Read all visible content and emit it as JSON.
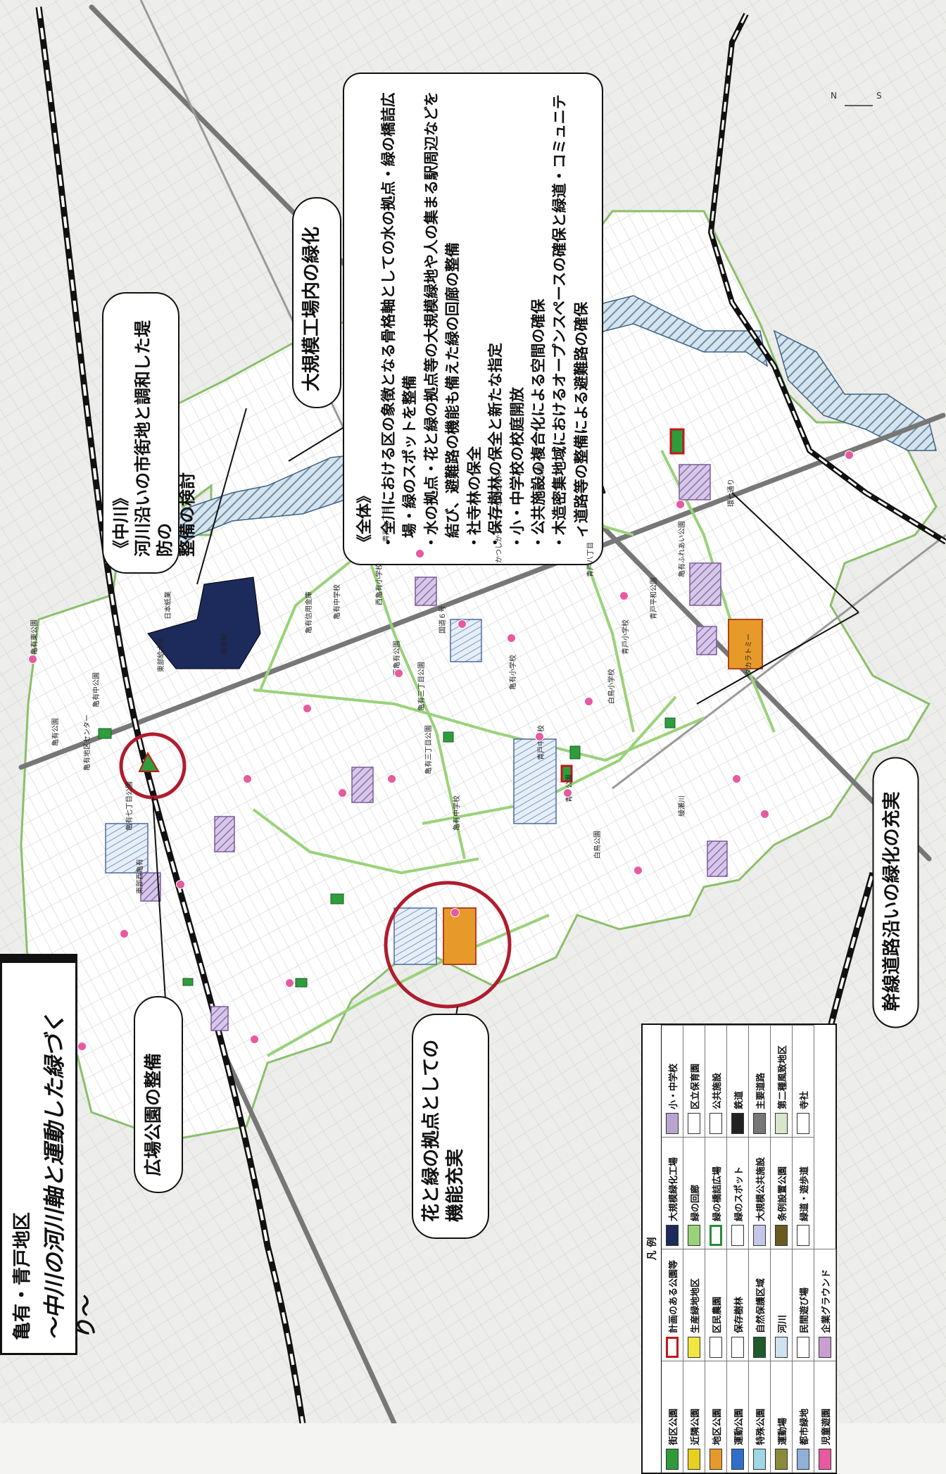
{
  "title": {
    "area": "亀有・青戸地区",
    "main": "〜中川の河川軸と運動した緑づくり〜"
  },
  "callouts": {
    "river": [
      "《中川》",
      "河川沿いの市街地と調和した堤防の",
      "整備の検討"
    ],
    "factory": "大規模工場内の緑化",
    "trunk_road": "幹線道路沿いの緑化の充実",
    "plaza_park": "広場公園の整備",
    "flower_hub": [
      "花と緑の拠点としての",
      "機能充実"
    ]
  },
  "summary": {
    "heading": "《全体》",
    "items": [
      "・全川における区の象徴となる骨格軸としての水の拠点・緑の橋詰広場・緑のスポットを整備",
      "・水の拠点・花と緑の拠点等の大規模緑地や人の集まる駅周辺などを結び、避難路の機能も備えた緑の回廊の整備",
      "・社寺林の保全",
      "・保存樹林の保全と新たな指定",
      "・小・中学校の校庭開放",
      "・公共施設の複合化による空間の確保",
      "・木造密集地域におけるオープンスペースの確保と緑道・コミュニティ道路等の整備による避難路の確保"
    ]
  },
  "legend": {
    "title": "凡 例",
    "items": [
      {
        "label": "街区公園",
        "color": "#2f9a3a"
      },
      {
        "label": "計画のある公園等",
        "color": "#ffffff",
        "border": "#c01818"
      },
      {
        "label": "大規模緑化工場",
        "color": "#1c2a5c"
      },
      {
        "label": "小・中学校",
        "color": "#b9a3cf"
      },
      {
        "label": "近隣公園",
        "color": "#e8d020"
      },
      {
        "label": "生産緑地地区",
        "color": "#f2e640"
      },
      {
        "label": "緑の回廊",
        "color": "#9ad27a"
      },
      {
        "label": "区立保育園",
        "color": "#ffffff"
      },
      {
        "label": "地区公園",
        "color": "#e79a2a"
      },
      {
        "label": "区民農園",
        "color": "#ffffff"
      },
      {
        "label": "緑の橋詰広場",
        "color": "#ffffff",
        "border": "#2a8a3a"
      },
      {
        "label": "公共施設",
        "color": "#ffffff"
      },
      {
        "label": "運動公園",
        "color": "#2f6fc9"
      },
      {
        "label": "保存樹林",
        "color": "#ffffff"
      },
      {
        "label": "緑のスポット",
        "color": "#ffffff"
      },
      {
        "label": "鉄道",
        "color": "#222222"
      },
      {
        "label": "特殊公園",
        "color": "#9fd7e4"
      },
      {
        "label": "自然保護区域",
        "color": "#1e5a2a"
      },
      {
        "label": "大規模公共施設",
        "color": "#c6c6e8"
      },
      {
        "label": "主要道路",
        "color": "#777777"
      },
      {
        "label": "運動場",
        "color": "#8a8a3a"
      },
      {
        "label": "河川",
        "color": "#cfe2ef"
      },
      {
        "label": "条例設置公園",
        "color": "#6b5a20"
      },
      {
        "label": "第二種風致地区",
        "color": "#d8e6cc"
      },
      {
        "label": "都市緑地",
        "color": "#8fb0d8"
      },
      {
        "label": "民間遊び場",
        "color": "#ffffff"
      },
      {
        "label": "緑道・遊歩道",
        "color": "#ffffff"
      },
      {
        "label": "寺社",
        "color": "#ffffff"
      },
      {
        "label": "児童遊園",
        "color": "#e75aa0"
      },
      {
        "label": "企業グラウンド",
        "color": "#c99fd0"
      }
    ]
  },
  "map_labels": [
    "亀有東公園",
    "亀有公園",
    "亀有地区センター",
    "亀有中公園",
    "亀有七丁目公園",
    "東部西亀有",
    "東部給水所",
    "日本紙業",
    "亀有駅",
    "亀有信用金庫",
    "亀有中学校",
    "西亀有小学校",
    "西亀有公園",
    "亀有三丁目公園",
    "亀有三丁目公園",
    "亀有中学校",
    "亀有小学校",
    "青戸中学校",
    "青戸公園",
    "白鳥公園",
    "白鳥小学校",
    "青戸小学校",
    "青戸平和公園",
    "亀有ふれあい公園",
    "かつしかシンフォニーヒルズ",
    "青戸八丁目",
    "青戸七丁目",
    "国道６号",
    "環七通り",
    "タカラトミー",
    "中川公園",
    "綾瀬川"
  ]
}
